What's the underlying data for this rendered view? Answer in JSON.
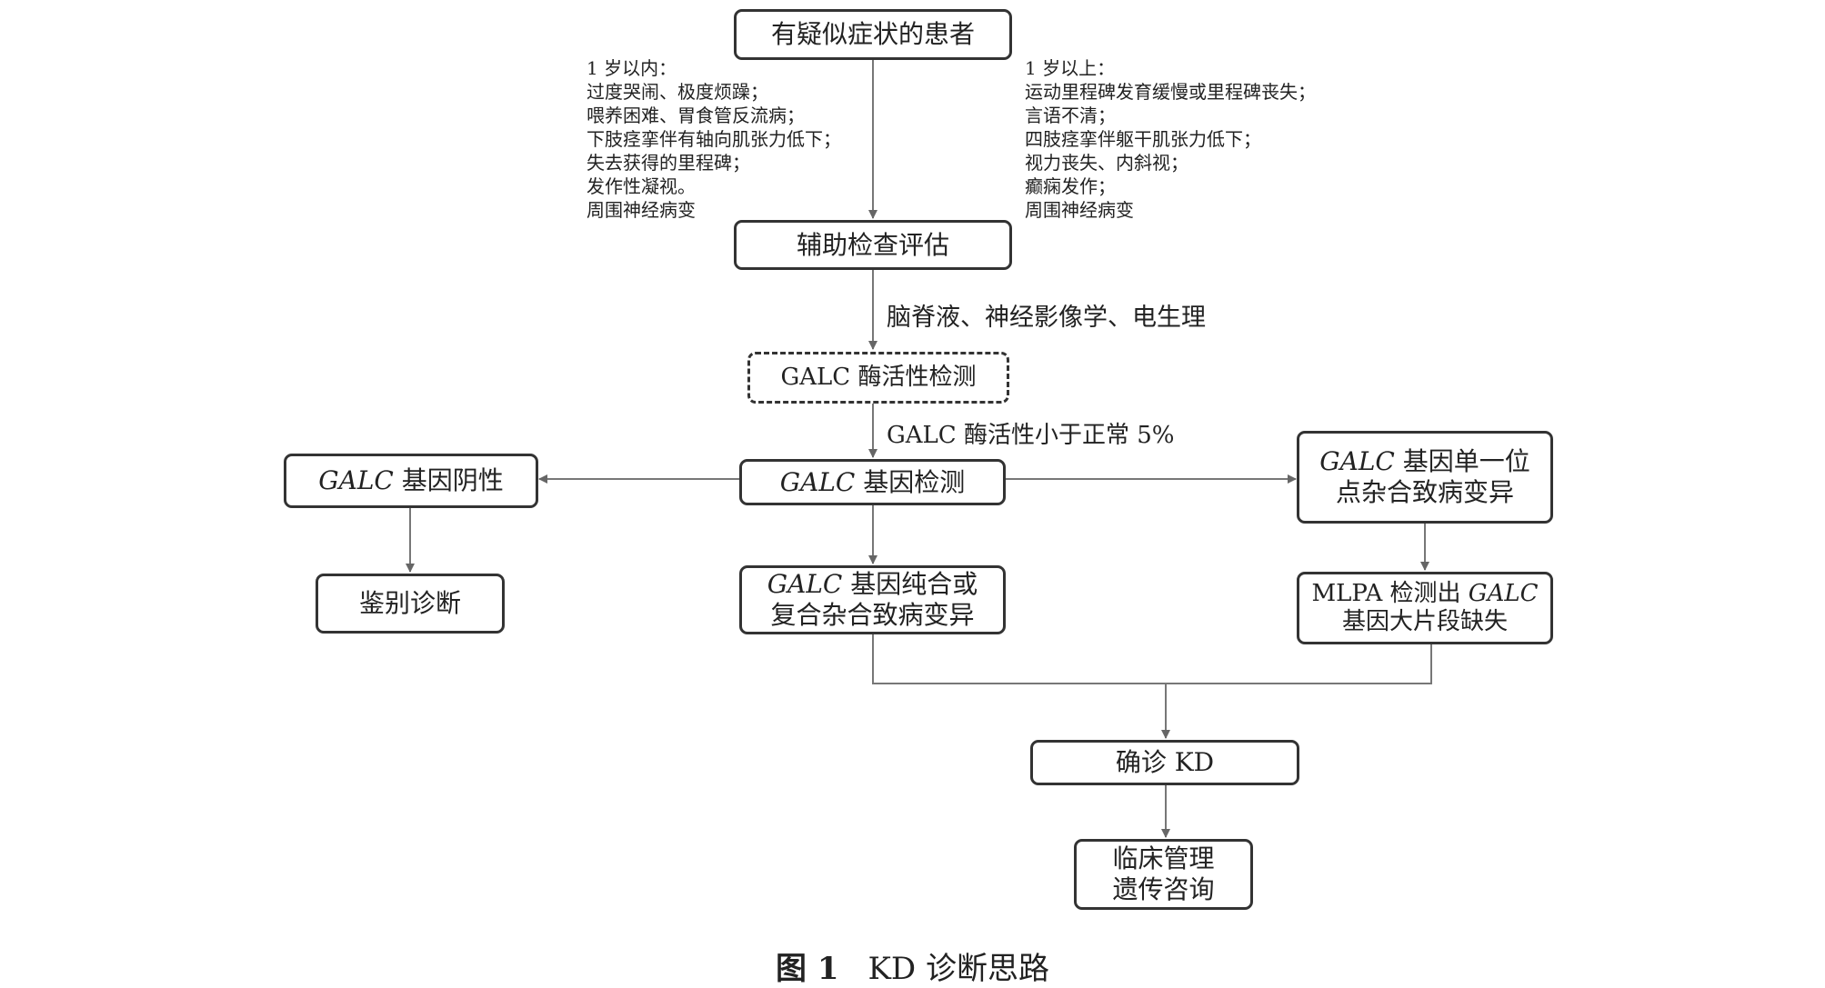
{
  "nodes": {
    "suspected": {
      "text": "有疑似症状的患者"
    },
    "aux_exam": {
      "text": "辅助检查评估"
    },
    "galc_enzyme": {
      "text": "GALC 酶活性检测"
    },
    "gene_test": {
      "gene": "GALC",
      "text": " 基因检测"
    },
    "gene_negative": {
      "gene": "GALC",
      "text": " 基因阴性"
    },
    "differential": {
      "text": "鉴别诊断"
    },
    "homozygous": {
      "gene": "GALC",
      "line1": " 基因纯合或",
      "line2": "复合杂合致病变异"
    },
    "single_het": {
      "gene": "GALC",
      "line1": " 基因单一位",
      "line2": "点杂合致病变异"
    },
    "mlpa": {
      "line1_pre": "MLPA 检测出 ",
      "gene": "GALC",
      "line2": "基因大片段缺失"
    },
    "confirm": {
      "text": "确诊 KD"
    },
    "management": {
      "line1": "临床管理",
      "line2": "遗传咨询"
    }
  },
  "notes_under1": [
    "1 岁以内：",
    "过度哭闹、极度烦躁；",
    "喂养困难、胃食管反流病；",
    "下肢痉挛伴有轴向肌张力低下；",
    "失去获得的里程碑；",
    "发作性凝视。",
    "周围神经病变"
  ],
  "notes_over1": [
    "1 岁以上：",
    "运动里程碑发育缓慢或里程碑丧失；",
    "言语不清；",
    "四肢痉挛伴躯干肌张力低下；",
    "视力丧失、内斜视；",
    "癫痫发作；",
    "周围神经病变"
  ],
  "edge_labels": {
    "aux_to_enzyme": "脑脊液、神经影像学、电生理",
    "enzyme_to_gene": "GALC 酶活性小于正常 5%"
  },
  "caption": {
    "number": "图 1",
    "title": "KD 诊断思路"
  }
}
